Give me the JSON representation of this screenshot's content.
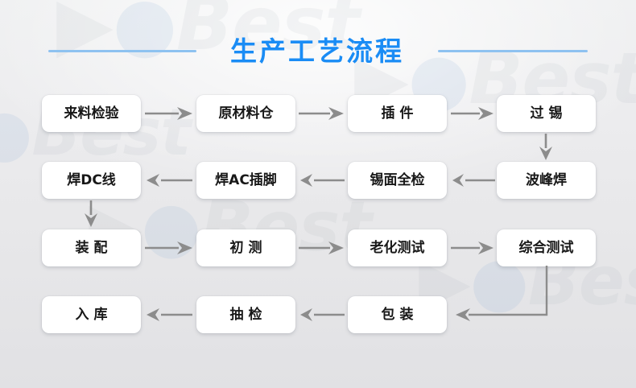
{
  "page": {
    "title": "生产工艺流程",
    "accent_color": "#1a8cf5",
    "rule_color": "#8ec2f0",
    "arrow_color": "#8c8c8c",
    "node_bg": "#ffffff",
    "background_color": "#e6e6e8",
    "watermark_text": "goBest"
  },
  "flow": {
    "rows": [
      {
        "direction": "left-to-right",
        "nodes": [
          {
            "label": "来料检验",
            "spaced": false
          },
          {
            "label": "原材料仓",
            "spaced": false
          },
          {
            "label": "插件",
            "spaced": true
          },
          {
            "label": "过锡",
            "spaced": true
          }
        ]
      },
      {
        "direction": "right-to-left",
        "nodes": [
          {
            "label": "焊DC线",
            "spaced": false
          },
          {
            "label": "焊AC插脚",
            "spaced": false
          },
          {
            "label": "锡面全检",
            "spaced": false
          },
          {
            "label": "波峰焊",
            "spaced": false
          }
        ]
      },
      {
        "direction": "left-to-right",
        "nodes": [
          {
            "label": "装配",
            "spaced": true
          },
          {
            "label": "初测",
            "spaced": true
          },
          {
            "label": "老化测试",
            "spaced": false
          },
          {
            "label": "综合测试",
            "spaced": false
          }
        ]
      },
      {
        "direction": "right-to-left",
        "nodes": [
          {
            "label": "入库",
            "spaced": true
          },
          {
            "label": "抽检",
            "spaced": true
          },
          {
            "label": "包装",
            "spaced": true
          }
        ]
      }
    ],
    "connectors": [
      {
        "name": "arrow-r0-c0-to-c1",
        "kind": "arrow-right"
      },
      {
        "name": "arrow-r0-c1-to-c2",
        "kind": "arrow-right"
      },
      {
        "name": "arrow-r0-c2-to-c3",
        "kind": "arrow-right"
      },
      {
        "name": "arrow-r0-c3-down-to-r1-c3",
        "kind": "arrow-down"
      },
      {
        "name": "arrow-r1-c3-to-c2",
        "kind": "arrow-left"
      },
      {
        "name": "arrow-r1-c2-to-c1",
        "kind": "arrow-left"
      },
      {
        "name": "arrow-r1-c1-to-c0",
        "kind": "arrow-left"
      },
      {
        "name": "arrow-r1-c0-down-to-r2-c0",
        "kind": "arrow-down"
      },
      {
        "name": "arrow-r2-c0-to-c1",
        "kind": "arrow-right"
      },
      {
        "name": "arrow-r2-c1-to-c2",
        "kind": "arrow-right"
      },
      {
        "name": "arrow-r2-c2-to-c3",
        "kind": "arrow-right"
      },
      {
        "name": "elbow-r2-c3-down-left-to-r3-c2",
        "kind": "elbow-down-left"
      },
      {
        "name": "arrow-r3-c2-to-c1",
        "kind": "arrow-left"
      },
      {
        "name": "arrow-r3-c1-to-c0",
        "kind": "arrow-left"
      }
    ]
  }
}
